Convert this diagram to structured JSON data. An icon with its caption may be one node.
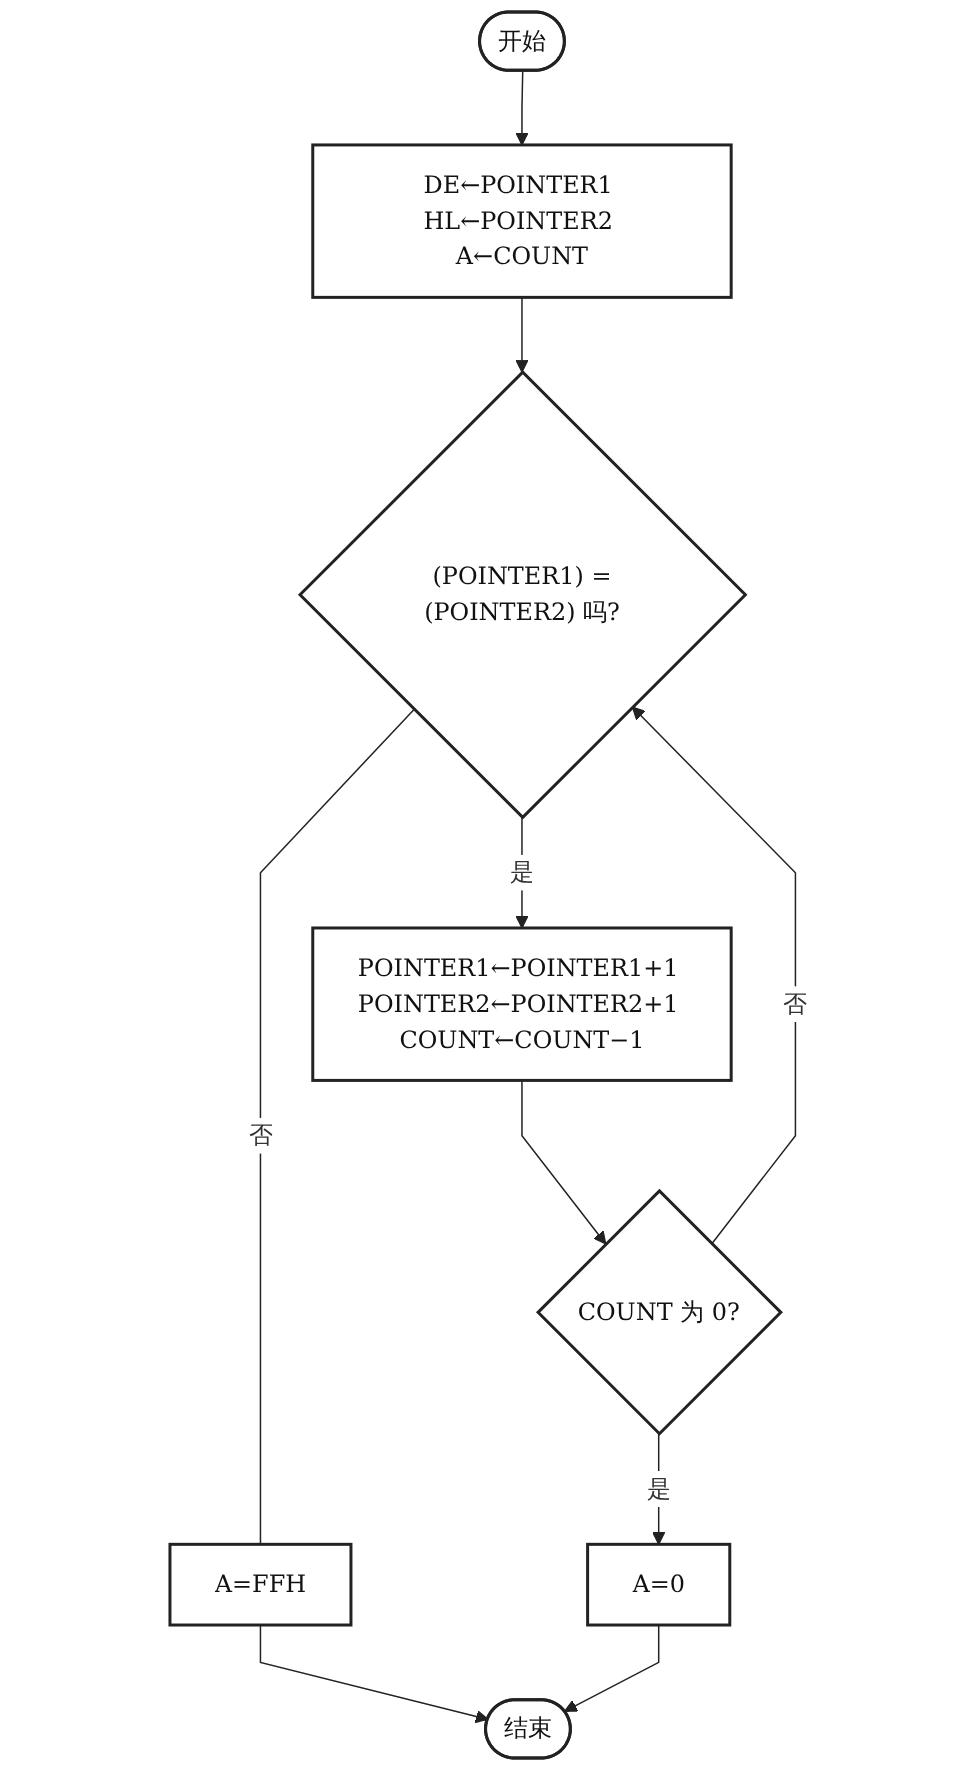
{
  "diagram": {
    "nodes": [
      {
        "text": [
          "开始"
        ]
      },
      {
        "text": [
          "DE←POINTER1 HL←POINTER2 A←COUNT"
        ]
      },
      {
        "text": [
          "(POINTER1) =(POINTER2) 吗?"
        ]
      },
      {
        "text": [
          "POINTER1←POINTER1+1 POINTER2←POINTER2+1 COUNT←COUNT−1"
        ]
      },
      {
        "text": [
          "A=FFH"
        ]
      },
      {
        "text": [
          "COUNT 为 0?"
        ]
      },
      {
        "text": [
          "A=0"
        ]
      },
      {
        "text": [
          "结束"
        ]
      }
    ],
    "edges": [
      {
        "from": 0,
        "to": 1,
        "arrow": "to"
      },
      {
        "from": 1,
        "to": 2,
        "arrow": "to"
      },
      {
        "from": 2,
        "to": 3,
        "arrow": "to",
        "label": "是"
      },
      {
        "from": 2,
        "to": 4,
        "arrow": "none",
        "label": "否"
      },
      {
        "from": 3,
        "to": 5,
        "arrow": "to"
      },
      {
        "from": 5,
        "to": 6,
        "arrow": "to",
        "label": "是"
      },
      {
        "from": 5,
        "to": 2,
        "arrow": "to",
        "label": "否"
      },
      {
        "from": 4,
        "to": 7,
        "arrow": "to"
      },
      {
        "from": 6,
        "to": 7,
        "arrow": "to"
      }
    ]
  }
}
